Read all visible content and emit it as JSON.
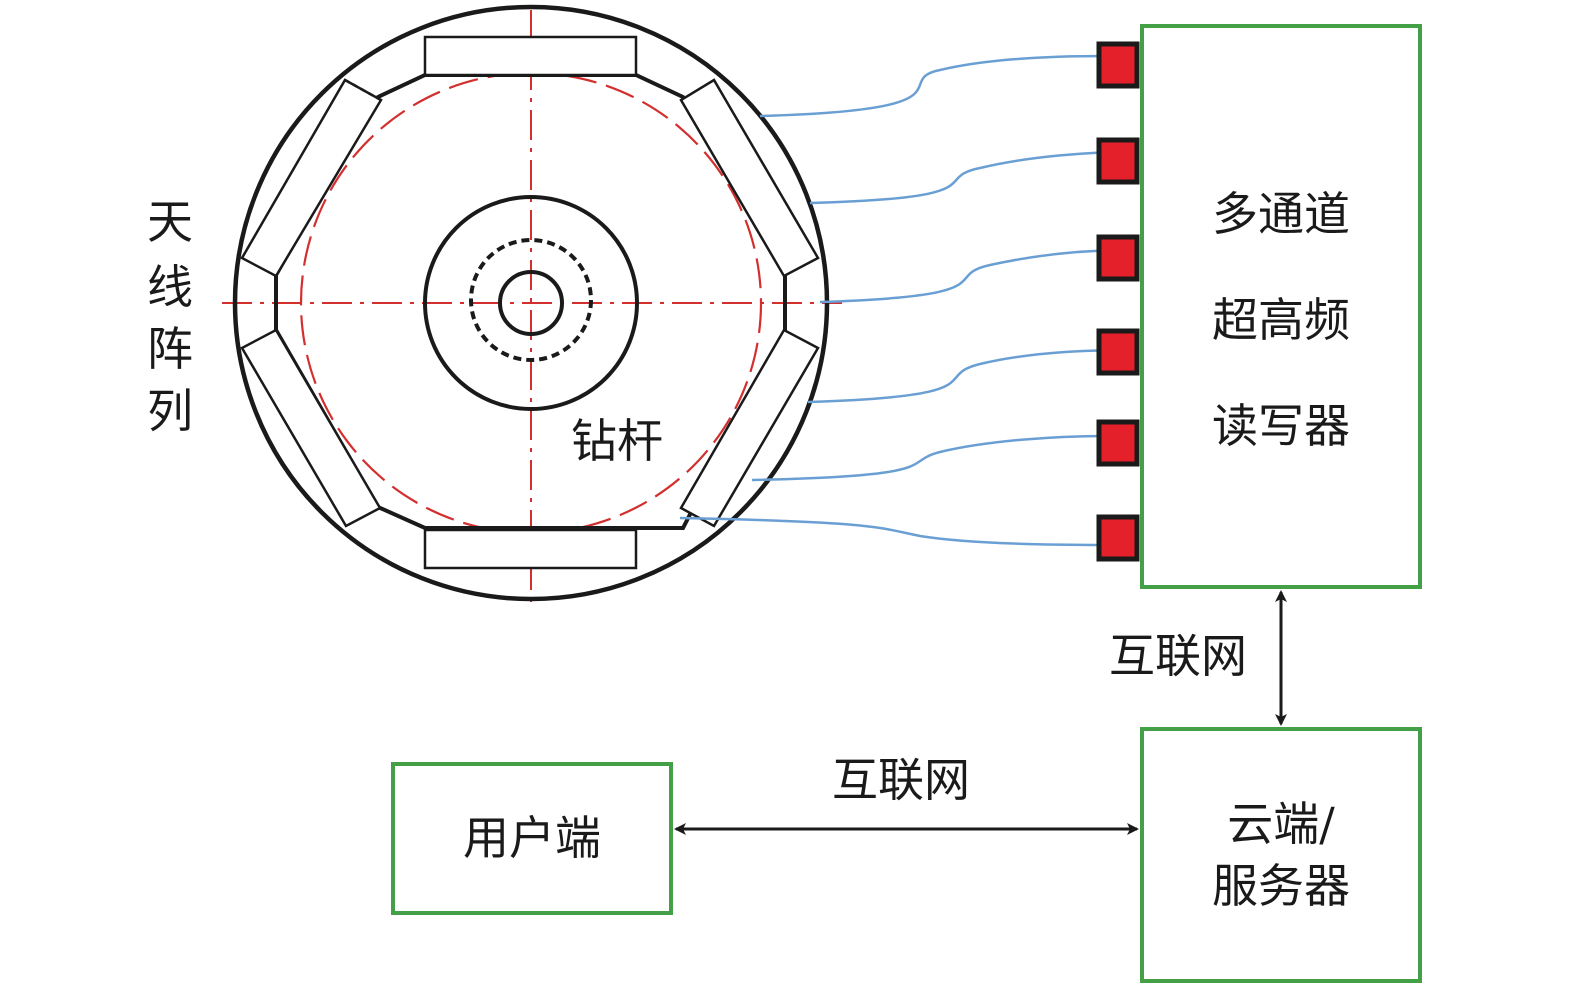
{
  "labels": {
    "antenna_array": [
      "天",
      "线",
      "阵",
      "列"
    ],
    "drill_rod": "钻杆",
    "reader": [
      "多通道",
      "超高频",
      "读写器"
    ],
    "internet_vertical": "互联网",
    "internet_horizontal": "互联网",
    "user_terminal": "用户端",
    "cloud_server": [
      "云端/",
      "服务器"
    ]
  },
  "colors": {
    "box_border": "#43a047",
    "port_fill": "#e4202a",
    "cable": "#6a9fd4",
    "center_line": "#d32f2f",
    "structure": "#1a1a1a",
    "text": "#1a1a1a"
  },
  "reader_channel_count": 6
}
